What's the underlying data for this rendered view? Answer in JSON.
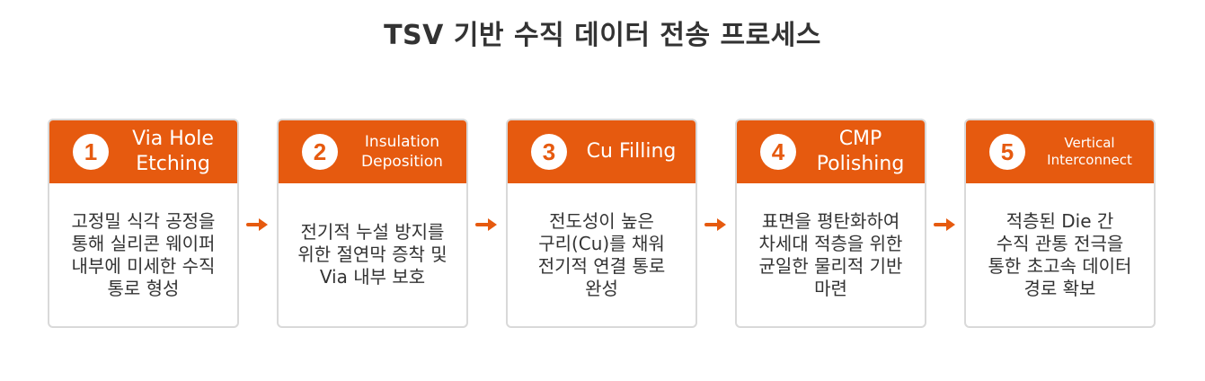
{
  "title": "TSV 기반 수직 데이터 전송 프로세스",
  "colors": {
    "accent": "#e65a0f",
    "border": "#d9d9d9",
    "text": "#333333"
  },
  "steps": [
    {
      "number": "1",
      "title": "Via Hole\nEtching",
      "description": "고정밀 식각 공정을\n통해 실리콘 웨이퍼\n내부에 미세한 수직\n통로 형성"
    },
    {
      "number": "2",
      "title": "Insulation\nDeposition",
      "description": "전기적 누설 방지를\n위한 절연막 증착 및\nVia 내부 보호"
    },
    {
      "number": "3",
      "title": "Cu Filling",
      "description": "전도성이 높은\n구리(Cu)를 채워\n전기적 연결 통로\n완성"
    },
    {
      "number": "4",
      "title": "CMP\nPolishing",
      "description": "표면을 평탄화하여\n차세대 적층을 위한\n균일한 물리적 기반\n마련"
    },
    {
      "number": "5",
      "title": "Vertical\nInterconnect",
      "description": "적층된 Die 간\n수직 관통 전극을\n통한 초고속 데이터\n경로 확보"
    }
  ],
  "arrow_icon": "arrow-right-icon"
}
